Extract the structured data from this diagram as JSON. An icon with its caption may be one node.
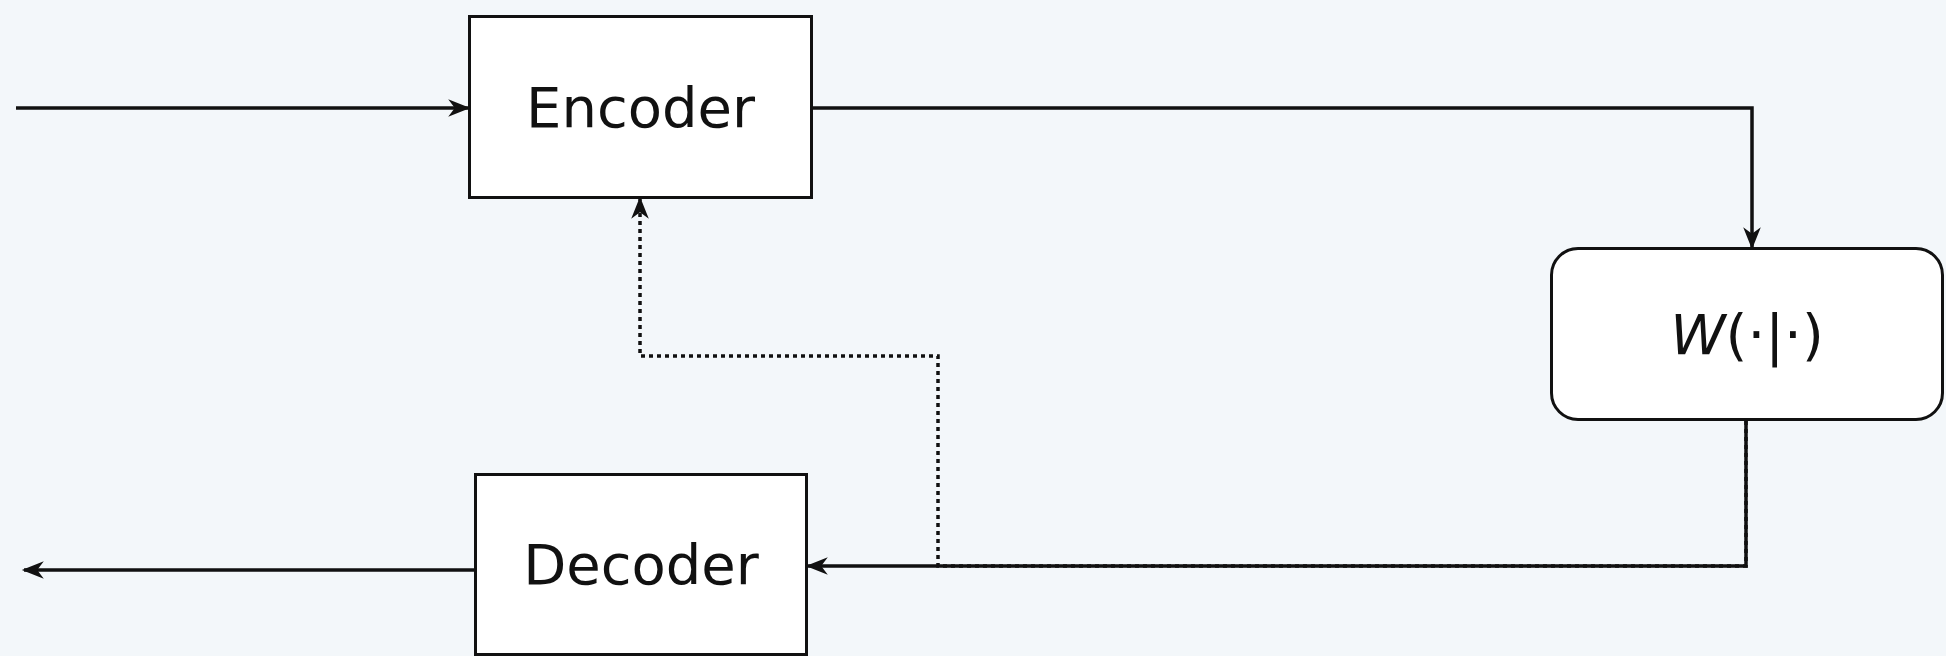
{
  "diagram": {
    "nodes": [
      {
        "text": [
          "Encoder"
        ]
      },
      {
        "text": [
          "*W*(·|·)"
        ]
      },
      {
        "text": [
          "Decoder"
        ]
      }
    ],
    "edges": [
      {
        "from": null,
        "to": 0,
        "arrow": "to"
      },
      {
        "from": 0,
        "to": 1,
        "arrow": "to"
      },
      {
        "from": 1,
        "to": 2,
        "arrow": "to"
      },
      {
        "from": 1,
        "to": 0,
        "arrow": "to",
        "style": "dashed"
      },
      {
        "from": 2,
        "to": null,
        "arrow": "to"
      }
    ]
  }
}
